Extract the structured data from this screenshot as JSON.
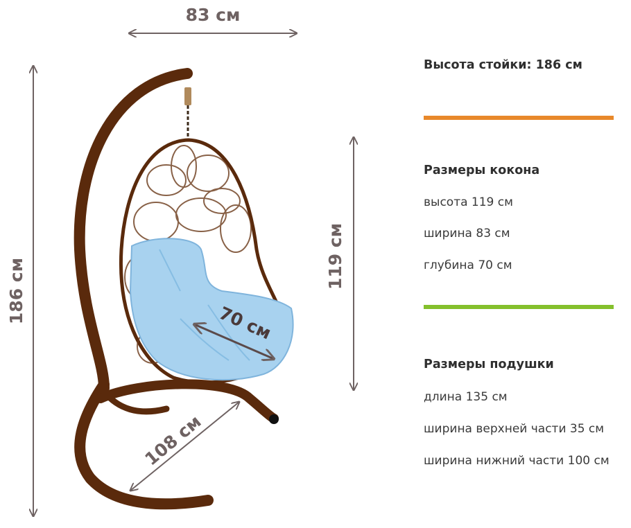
{
  "figure": {
    "dim_width": "83 см",
    "dim_height_total": "186 см",
    "dim_height_cocoon": "119 см",
    "dim_depth": "70 см",
    "dim_base": "108 см"
  },
  "specs": {
    "stand_height": "Высота стойки: 186 см",
    "cocoon_heading": "Размеры кокона",
    "cocoon_height": "высота 119 см",
    "cocoon_width": "ширина 83 см",
    "cocoon_depth": "глубина 70 см",
    "cushion_heading": "Размеры подушки",
    "cushion_length": "длина 135 см",
    "cushion_top_width": "ширина верхней части 35 см",
    "cushion_bottom_width": "ширина нижний части 100 см"
  },
  "colors": {
    "frame": "#5a2a0c",
    "cushion": "#a8d2ef",
    "dimension_lines": "#6e6262",
    "divider_orange": "#e8882a",
    "divider_green": "#84c02c"
  },
  "icons": [
    "hanging-chair-illustration"
  ]
}
